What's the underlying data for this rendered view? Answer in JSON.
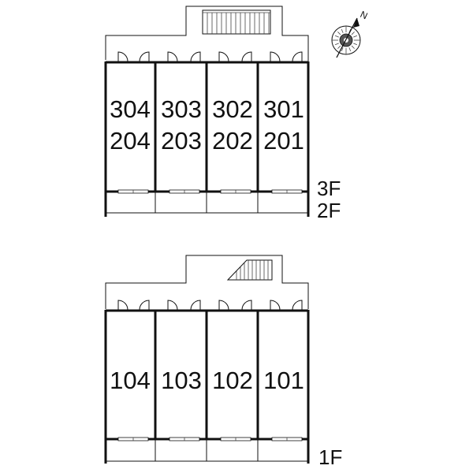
{
  "upper_block": {
    "units_top_row": [
      "304",
      "303",
      "302",
      "301"
    ],
    "units_bottom_row": [
      "204",
      "203",
      "202",
      "201"
    ],
    "floor_labels": [
      "3F",
      "2F"
    ]
  },
  "lower_block": {
    "units": [
      "104",
      "103",
      "102",
      "101"
    ],
    "floor_label": "1F"
  },
  "compass": {
    "icon": "north-arrow-compass-icon",
    "letter": "N"
  },
  "colors": {
    "line": "#111111",
    "background": "#ffffff"
  }
}
